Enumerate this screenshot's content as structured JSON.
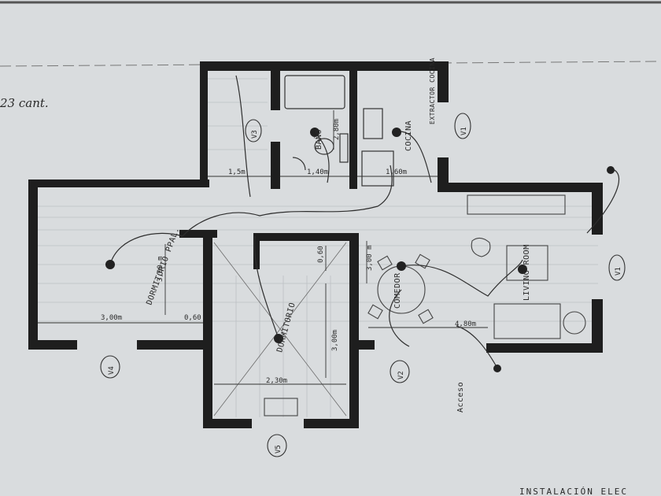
{
  "header_note": "23 cant.",
  "title": "INSTALACIÓN ELEC",
  "rooms": {
    "bano": "BAÑO",
    "cocina": "COCINA",
    "extractor_cocina": "EXTRACTOR COCINA",
    "dormitorio_ppal": "DORMITORIO PPAL.",
    "dormitorio": "DORMITORIO",
    "comedor": "COMEDOR",
    "living_room": "LIVING-ROOM",
    "acceso": "Acceso"
  },
  "dimensions": {
    "d1": "1,5m",
    "d2": "1,40m",
    "d3": "1,60m",
    "d4": "2,80m",
    "d5": "3,00 m",
    "d6": "3,00m",
    "d7": "0,60",
    "d8": "0,60",
    "d9": "3,00 m",
    "d10": "3,00m",
    "d11": "2,30m",
    "d12": "4,80m"
  },
  "views": {
    "v1": "V1",
    "v2": "V2",
    "v3": "V3",
    "v4": "V4",
    "v5": "V5",
    "v6": "V1"
  },
  "colors": {
    "paper": "#d9dcde",
    "wall": "#1e1e1e",
    "line": "#3a3a3a",
    "grid": "#b9bdc0"
  }
}
